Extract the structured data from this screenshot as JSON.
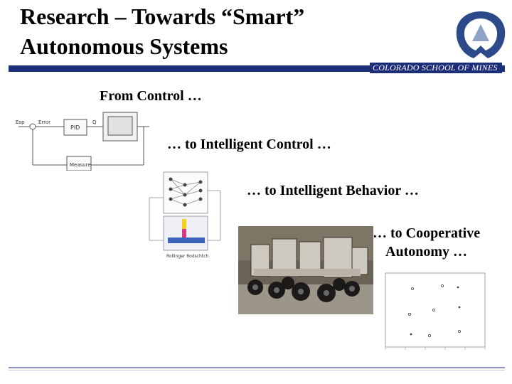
{
  "slide": {
    "title": "Research – Towards “Smart”\nAutonomous Systems",
    "institution": "COLORADO SCHOOL OF MINES",
    "steps": [
      {
        "label": "From Control …"
      },
      {
        "label": "… to Intelligent Control …"
      },
      {
        "label": "… to Intelligent Behavior …"
      },
      {
        "label": "… to Cooperative\nAutonomy …"
      }
    ]
  },
  "control_diagram": {
    "setpoint": "Esp",
    "error": "Error",
    "controller": "PID",
    "output": "Q",
    "feedback": "Measure"
  },
  "behavior_diagram": {
    "caption": "Rollinger Rodschtch"
  },
  "colors": {
    "banner": "#1c2e78",
    "rule": "#8a92c0"
  }
}
